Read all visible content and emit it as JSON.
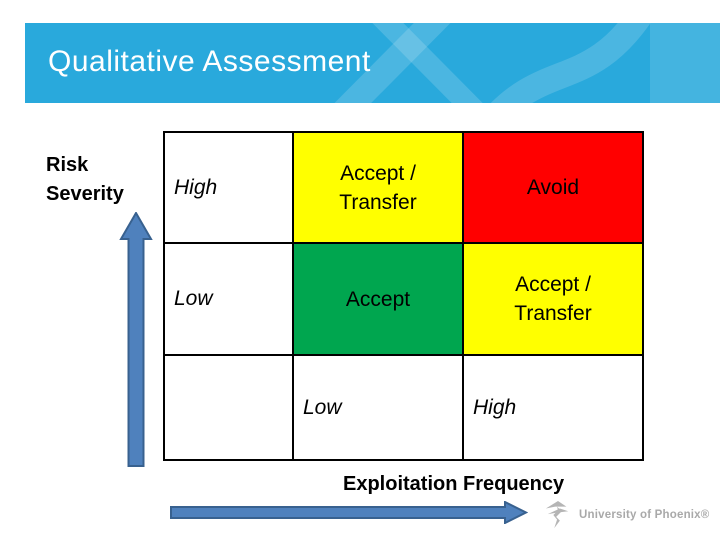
{
  "slide": {
    "title": "Qualitative Assessment"
  },
  "axes": {
    "y_label": "Risk Severity",
    "x_label": "Exploitation Frequency"
  },
  "matrix": {
    "row_headers": [
      "High",
      "Low"
    ],
    "col_footers": [
      "Low",
      "High"
    ],
    "cells": [
      [
        "Accept / Transfer",
        "Avoid"
      ],
      [
        "Accept",
        "Accept / Transfer"
      ]
    ],
    "cell_colors": [
      [
        "#FFFF00",
        "#FF0000"
      ],
      [
        "#00A64F",
        "#FFFF00"
      ]
    ]
  },
  "logo": {
    "text": "University of Phoenix®"
  },
  "colors": {
    "header_bg": "#29A9DC",
    "title_text": "#FFFFFF",
    "arrow_fill": "#4F81BD",
    "arrow_stroke": "#38618F",
    "table_border": "#000000",
    "logo_gray": "#A9A9A9",
    "cell_text": "#000000"
  }
}
